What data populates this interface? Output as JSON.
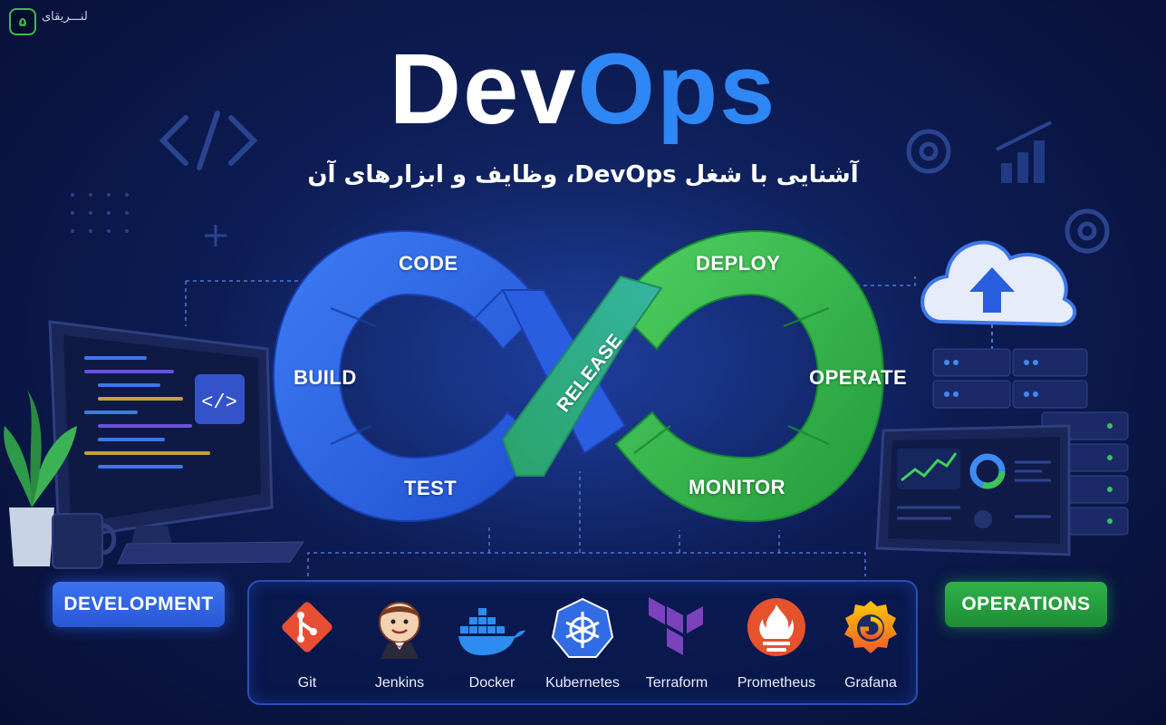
{
  "brand": {
    "badge": "۵",
    "name": "لنـــریقای"
  },
  "title": {
    "part1": "Dev",
    "part2": "Ops"
  },
  "subtitle": "آشنایی با شغل DevOps، وظایف و ابزارهای آن",
  "stages": {
    "code": "CODE",
    "build": "BUILD",
    "test": "TEST",
    "release": "RELEASE",
    "deploy": "DEPLOY",
    "operate": "OPERATE",
    "monitor": "MONITOR"
  },
  "sides": {
    "development": "DEVELOPMENT",
    "operations": "OPERATIONS"
  },
  "tools": [
    {
      "name": "Git",
      "icon": "git-icon"
    },
    {
      "name": "Jenkins",
      "icon": "jenkins-icon"
    },
    {
      "name": "Docker",
      "icon": "docker-icon"
    },
    {
      "name": "Kubernetes",
      "icon": "kubernetes-icon"
    },
    {
      "name": "Terraform",
      "icon": "terraform-icon"
    },
    {
      "name": "Prometheus",
      "icon": "prometheus-icon"
    },
    {
      "name": "Grafana",
      "icon": "grafana-icon"
    }
  ],
  "colors": {
    "dev_blue": "#2f6ae8",
    "ops_green": "#2bb24a",
    "title_accent": "#2f86f5",
    "background": "#0d1c54"
  }
}
